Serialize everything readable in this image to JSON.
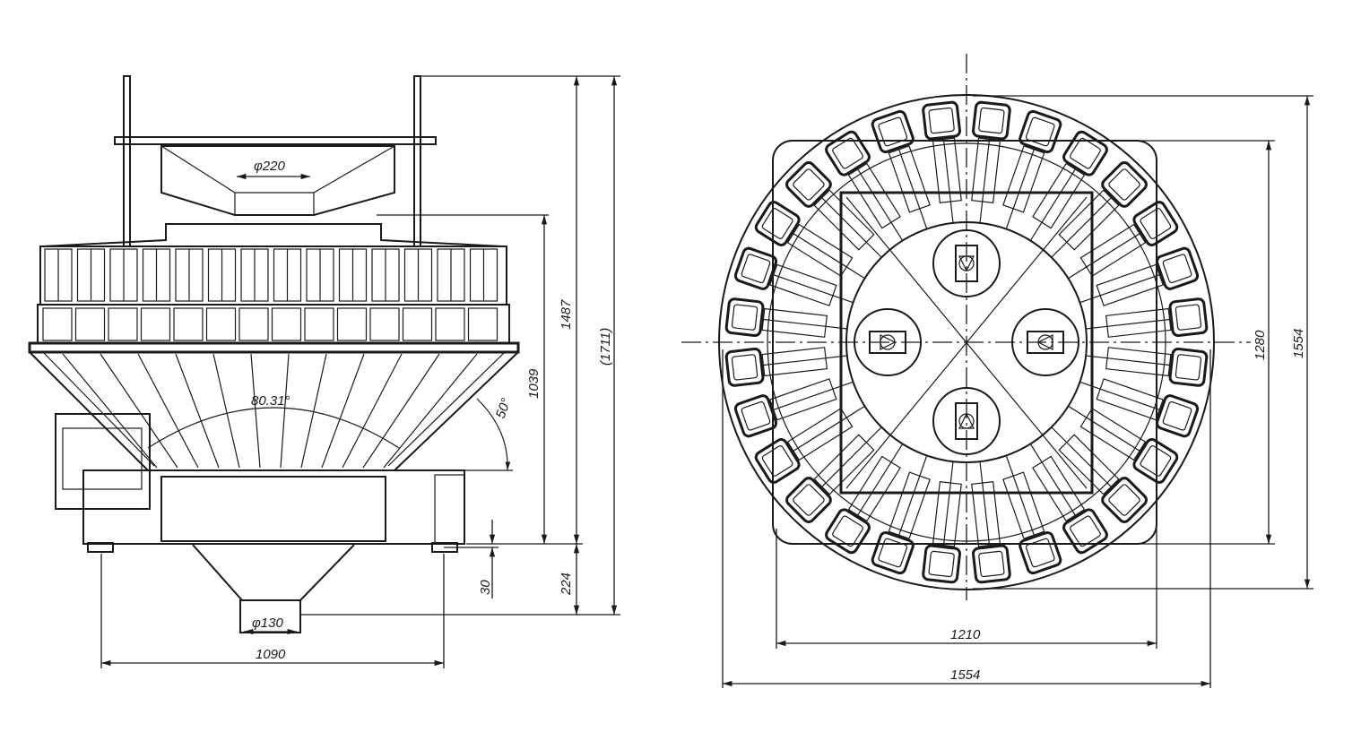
{
  "front_view": {
    "top_hopper_diameter": "φ220",
    "outlet_diameter": "φ130",
    "cone_angle": "80.31°",
    "side_angle": "50°",
    "height_total_to_floor_ref": "1487",
    "height_overall": "(1711)",
    "height_platform": "1039",
    "leg_clearance": "30",
    "outlet_height": "224",
    "base_width": "1090"
  },
  "top_view": {
    "frame_width": "1210",
    "overall_width": "1554",
    "frame_depth": "1280",
    "overall_depth": "1554"
  },
  "weigh_heads": 28
}
